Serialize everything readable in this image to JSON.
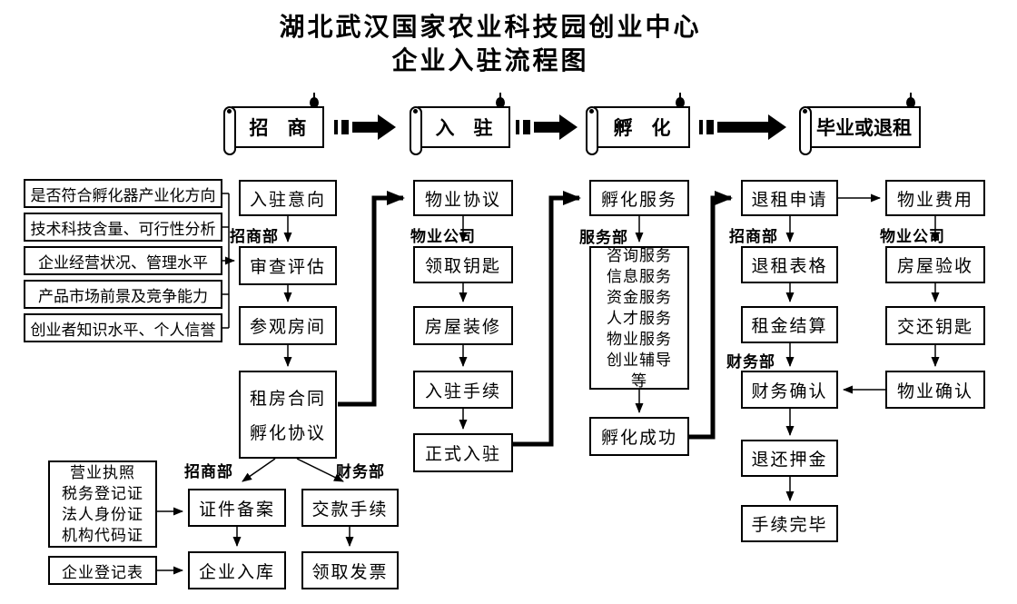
{
  "title": {
    "line1": "湖北武汉国家农业科技园创业中心",
    "line2": "企业入驻流程图"
  },
  "phases": [
    {
      "label": "招　商"
    },
    {
      "label": "入　驻"
    },
    {
      "label": "孵　化"
    },
    {
      "label": "毕业或退租"
    }
  ],
  "departments": {
    "zhaoshang": "招商部",
    "wuye": "物业公司",
    "fuwu": "服务部",
    "caiwu": "财务部"
  },
  "criteria": [
    "是否符合孵化器产业化方向",
    "技术科技含量、可行性分析",
    "企业经营状况、管理水平",
    "产品市场前景及竞争能力",
    "创业者知识水平、个人信誉"
  ],
  "nodes": {
    "ruzhu_yixiang": "入驻意向",
    "shencha_pinggu": "审查评估",
    "canguan_fangjian": "参观房间",
    "zufang_hetong": {
      "line1": "租房合同",
      "line2": "孵化协议"
    },
    "wuye_xieyi": "物业协议",
    "lingqu_yaoshi": "领取钥匙",
    "fangwu_zhuangxiu": "房屋装修",
    "ruzhu_shouxu": "入驻手续",
    "zhengshi_ruzhu": "正式入驻",
    "fuhua_fuwu": "孵化服务",
    "services": [
      "咨询服务",
      "信息服务",
      "资金服务",
      "人才服务",
      "物业服务",
      "创业辅导",
      "等"
    ],
    "fuhua_chenggong": "孵化成功",
    "tuizu_shenqing": "退租申请",
    "tuizu_biaoge": "退租表格",
    "zujin_jiesuan": "租金结算",
    "caiwu_queren": "财务确认",
    "tuihuan_yajin": "退还押金",
    "shouxu_wanbi": "手续完毕",
    "wuye_feiyong": "物业费用",
    "fangwu_yanshou": "房屋验收",
    "jiaohuan_yaoshi": "交还钥匙",
    "wuye_queren": "物业确认",
    "docs": [
      "营业执照",
      "税务登记证",
      "法人身份证",
      "机构代码证"
    ],
    "qiye_dengjibiao": "企业登记表",
    "zhengjian_beian": "证件备案",
    "qiye_ruku": "企业入库",
    "jiaokuan_shouxu": "交款手续",
    "lingqu_fapiao": "领取发票"
  },
  "colors": {
    "line": "#000000",
    "background": "#ffffff",
    "text": "#000000"
  }
}
